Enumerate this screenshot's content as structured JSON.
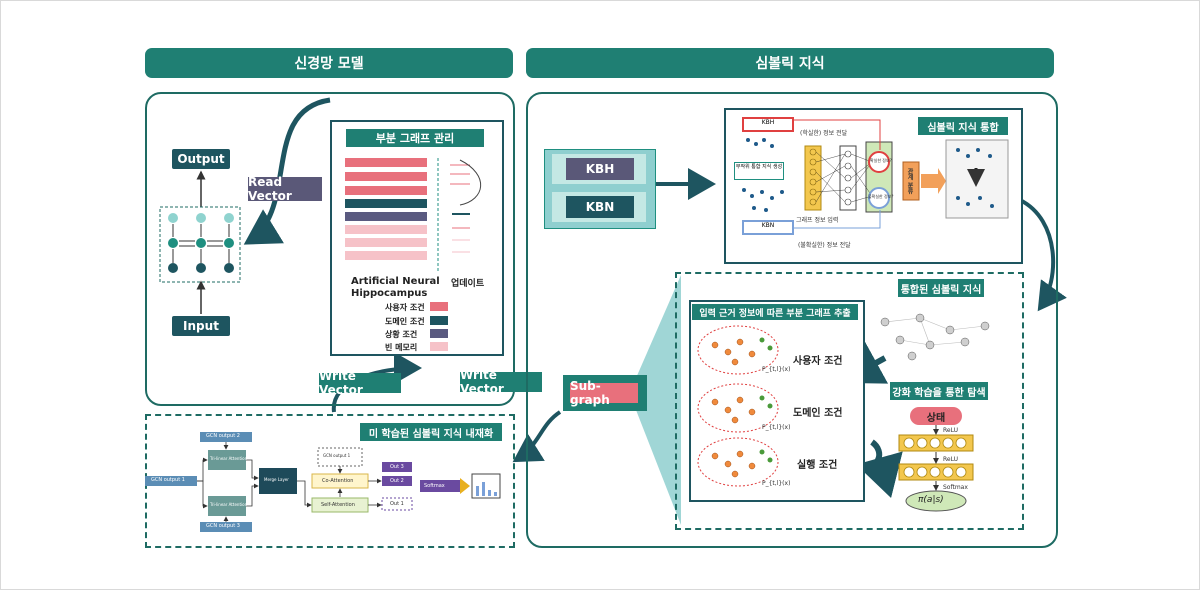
{
  "headers": {
    "left": "신경망 모델",
    "right": "심볼릭 지식"
  },
  "nn": {
    "output": "Output",
    "input": "Input",
    "read_vector": "Read Vector"
  },
  "ann": {
    "title": "부분 그래프 관리",
    "name_line1": "Artificial Neural",
    "name_line2": "Hippocampus",
    "update": "업데이트",
    "legend": [
      {
        "label": "사용자 조건",
        "color": "#e8707c"
      },
      {
        "label": "도메인 조건",
        "color": "#1e5560"
      },
      {
        "label": "상황 조건",
        "color": "#5a5a80"
      },
      {
        "label": "빈 메모리",
        "color": "#f6c2c8"
      }
    ]
  },
  "write_vector_1": "Write Vector",
  "write_vector_2": "Write Vector",
  "subgraph": "Sub-graph",
  "kb": {
    "kbh": "KBH",
    "kbn": "KBN"
  },
  "integration": {
    "title": "심볼릭 지식 통합",
    "kbh": "KBH",
    "kbn": "KBN",
    "top_info": "(학실한) 정보 전달",
    "bottom_info": "(불확실한) 정보 전달",
    "generate": "무작위 통합 지식 생성",
    "graph_input": "그래프 정보 입력",
    "red_node": "확실한 정보?",
    "blue_node": "불확실한 정보?",
    "classify": "관계 분류"
  },
  "integrated": {
    "title": "통합된 심볼릭 지식"
  },
  "extraction": {
    "title": "입력 근거 정보에 따른 부분 그래프 추출",
    "conditions": [
      "사용자 조건",
      "도메인 조건",
      "실행 조건"
    ],
    "formula": "P_{t,l}(x)"
  },
  "rl": {
    "title": "강화 학습을 통한 탐색",
    "state": "상태",
    "relu1": "ReLU",
    "relu2": "ReLU",
    "softmax": "Softmax",
    "policy": "π(a|s)"
  },
  "unlearned": {
    "title": "미 학습된 심볼릭 지식 내재화",
    "gcn2": "GCN output 2",
    "gcn1": "GCN output 1",
    "gcn3": "GCN output 3",
    "attn_top": "Tri-linear Attention",
    "attn_bottom": "Tri-linear Attention",
    "merge": "Merge Layer",
    "gcn_output": "GCN output 1",
    "co_attention": "Co-Attention",
    "self_attention": "Self-Attention",
    "out3": "Out 3",
    "out2": "Out 2",
    "out1": "Out 1",
    "softmax": "Softmax"
  }
}
